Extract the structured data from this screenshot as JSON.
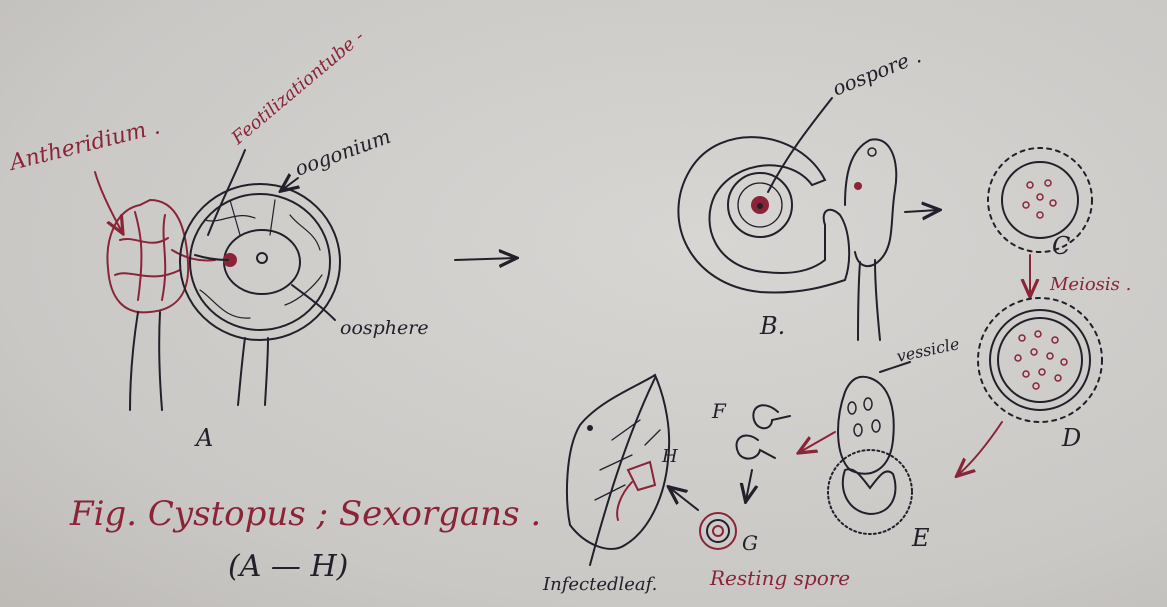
{
  "labels": {
    "antheridium": "Antheridium .",
    "fertilization_tube": "Feotilizationtube -",
    "oogonium": "oogonium",
    "oosphere": "oosphere",
    "oospore": "oospore .",
    "meiosis": "Meiosis .",
    "vesicle": "vessicle",
    "infected_leaf": "Infectedleaf.",
    "resting_spore": "Resting spore"
  },
  "stages": {
    "a": "A",
    "b": "B.",
    "c": "C",
    "d": "D",
    "e": "E",
    "f": "F",
    "g": "G",
    "h": "H"
  },
  "caption": {
    "title": "Fig. Cystopus ; Sexorgans .",
    "range": "(A — H)"
  }
}
